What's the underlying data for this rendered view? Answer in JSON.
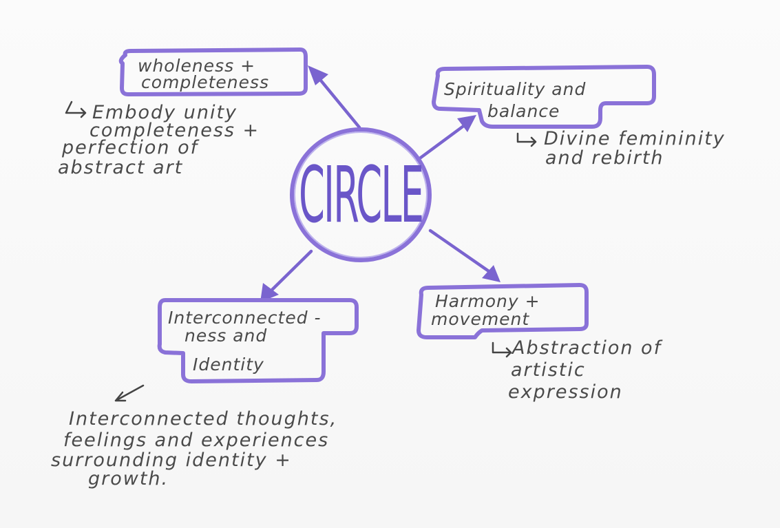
{
  "center": {
    "label": "CIRCLE"
  },
  "boxes": {
    "wholeness": {
      "line1": "wholeness +",
      "line2": "completeness"
    },
    "spirituality": {
      "line1": "Spirituality and",
      "line2": "balance"
    },
    "interconnected": {
      "line1": "Interconnected -",
      "line2": "ness and",
      "line3": "Identity"
    },
    "harmony": {
      "line1": "Harmony +",
      "line2": "movement"
    }
  },
  "notes": {
    "wholeness": {
      "hook": "↳",
      "line1": "Embody unity",
      "line2": "completeness +",
      "line3": "perfection of",
      "line4": "abstract art"
    },
    "spirituality": {
      "hook": "↳",
      "line1": "Divine femininity",
      "line2": "and rebirth"
    },
    "harmony": {
      "hook": "↳",
      "line1": "Abstraction of",
      "line2": "artistic",
      "line3": "expression"
    },
    "interconnected": {
      "line1": "Interconnected thoughts,",
      "line2": "feelings and experiences",
      "line3": "surrounding identity +",
      "line4": "growth."
    }
  },
  "colors": {
    "accent": "#8a72d8",
    "ink": "#4a4a4a"
  }
}
